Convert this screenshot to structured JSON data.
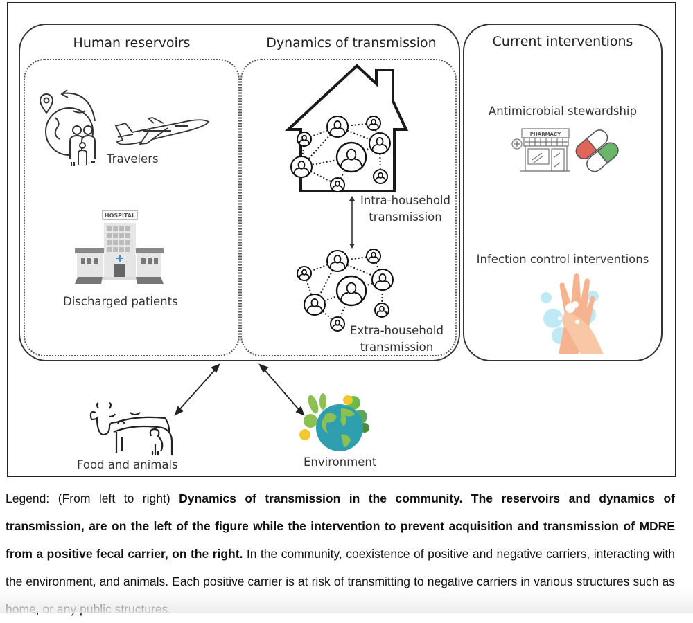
{
  "figure": {
    "sections": {
      "human_reservoirs": {
        "title": "Human reservoirs",
        "items": [
          {
            "label": "Travelers",
            "icons": [
              "globe-travel-icon",
              "airplane-icon"
            ]
          },
          {
            "label": "Discharged patients",
            "icons": [
              "hospital-icon"
            ],
            "sign_text": "HOSPITAL"
          }
        ]
      },
      "dynamics": {
        "title": "Dynamics of transmission",
        "intra_label_line1": "Intra-household",
        "intra_label_line2": "transmission",
        "extra_label_line1": "Extra-household",
        "extra_label_line2": "transmission",
        "icons": [
          "house-network-icon",
          "people-network-icon",
          "double-arrow-icon"
        ]
      },
      "current_interventions": {
        "title": "Current interventions",
        "items": [
          {
            "label": "Antimicrobial stewardship",
            "icons": [
              "pharmacy-icon",
              "pills-icon"
            ],
            "sign_text": "PHARMACY"
          },
          {
            "label": "Infection control interventions",
            "icons": [
              "handwashing-icon"
            ]
          }
        ]
      }
    },
    "external": [
      {
        "label": "Food and animals",
        "icon": "livestock-icon"
      },
      {
        "label": "Environment",
        "icon": "earth-plants-icon"
      }
    ],
    "colors": {
      "pill_red": "#e0665c",
      "pill_green": "#6bb56a",
      "earth_blue": "#2f9fb0",
      "earth_green": "#8cc152",
      "hand_skin": "#f5b48f",
      "water": "#bfe9f5",
      "hospital_gray": "#888888",
      "hospital_cross": "#3a8ee0"
    }
  },
  "legend": {
    "prefix": "Legend: (From left to right) ",
    "bold": "Dynamics of transmission in the community. The reservoirs and dynamics of transmission, are on the left of the figure while the intervention to prevent acquisition and transmission of MDRE from a positive fecal carrier, on the right.",
    "rest": " In the community, coexistence of positive and negative carriers, interacting with the environment, and animals. Each positive carrier is at risk of transmitting to negative carriers in various structures such as home, or any public structures."
  }
}
